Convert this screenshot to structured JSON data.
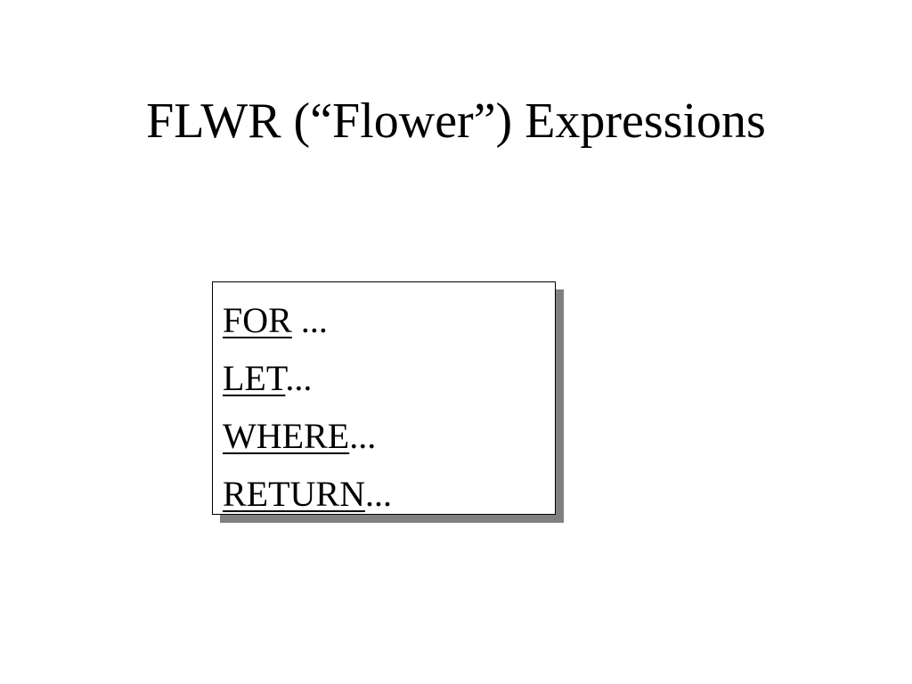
{
  "slide": {
    "title": "FLWR (“Flower”) Expressions"
  },
  "box": {
    "clauses": [
      {
        "keyword": "FOR",
        "suffix": " ..."
      },
      {
        "keyword": "LET",
        "suffix": "..."
      },
      {
        "keyword": "WHERE",
        "suffix": "..."
      },
      {
        "keyword": "RETURN",
        "suffix": "..."
      }
    ]
  },
  "colors": {
    "background": "#ffffff",
    "text": "#000000",
    "box_border": "#000000",
    "box_shadow": "#808080"
  }
}
